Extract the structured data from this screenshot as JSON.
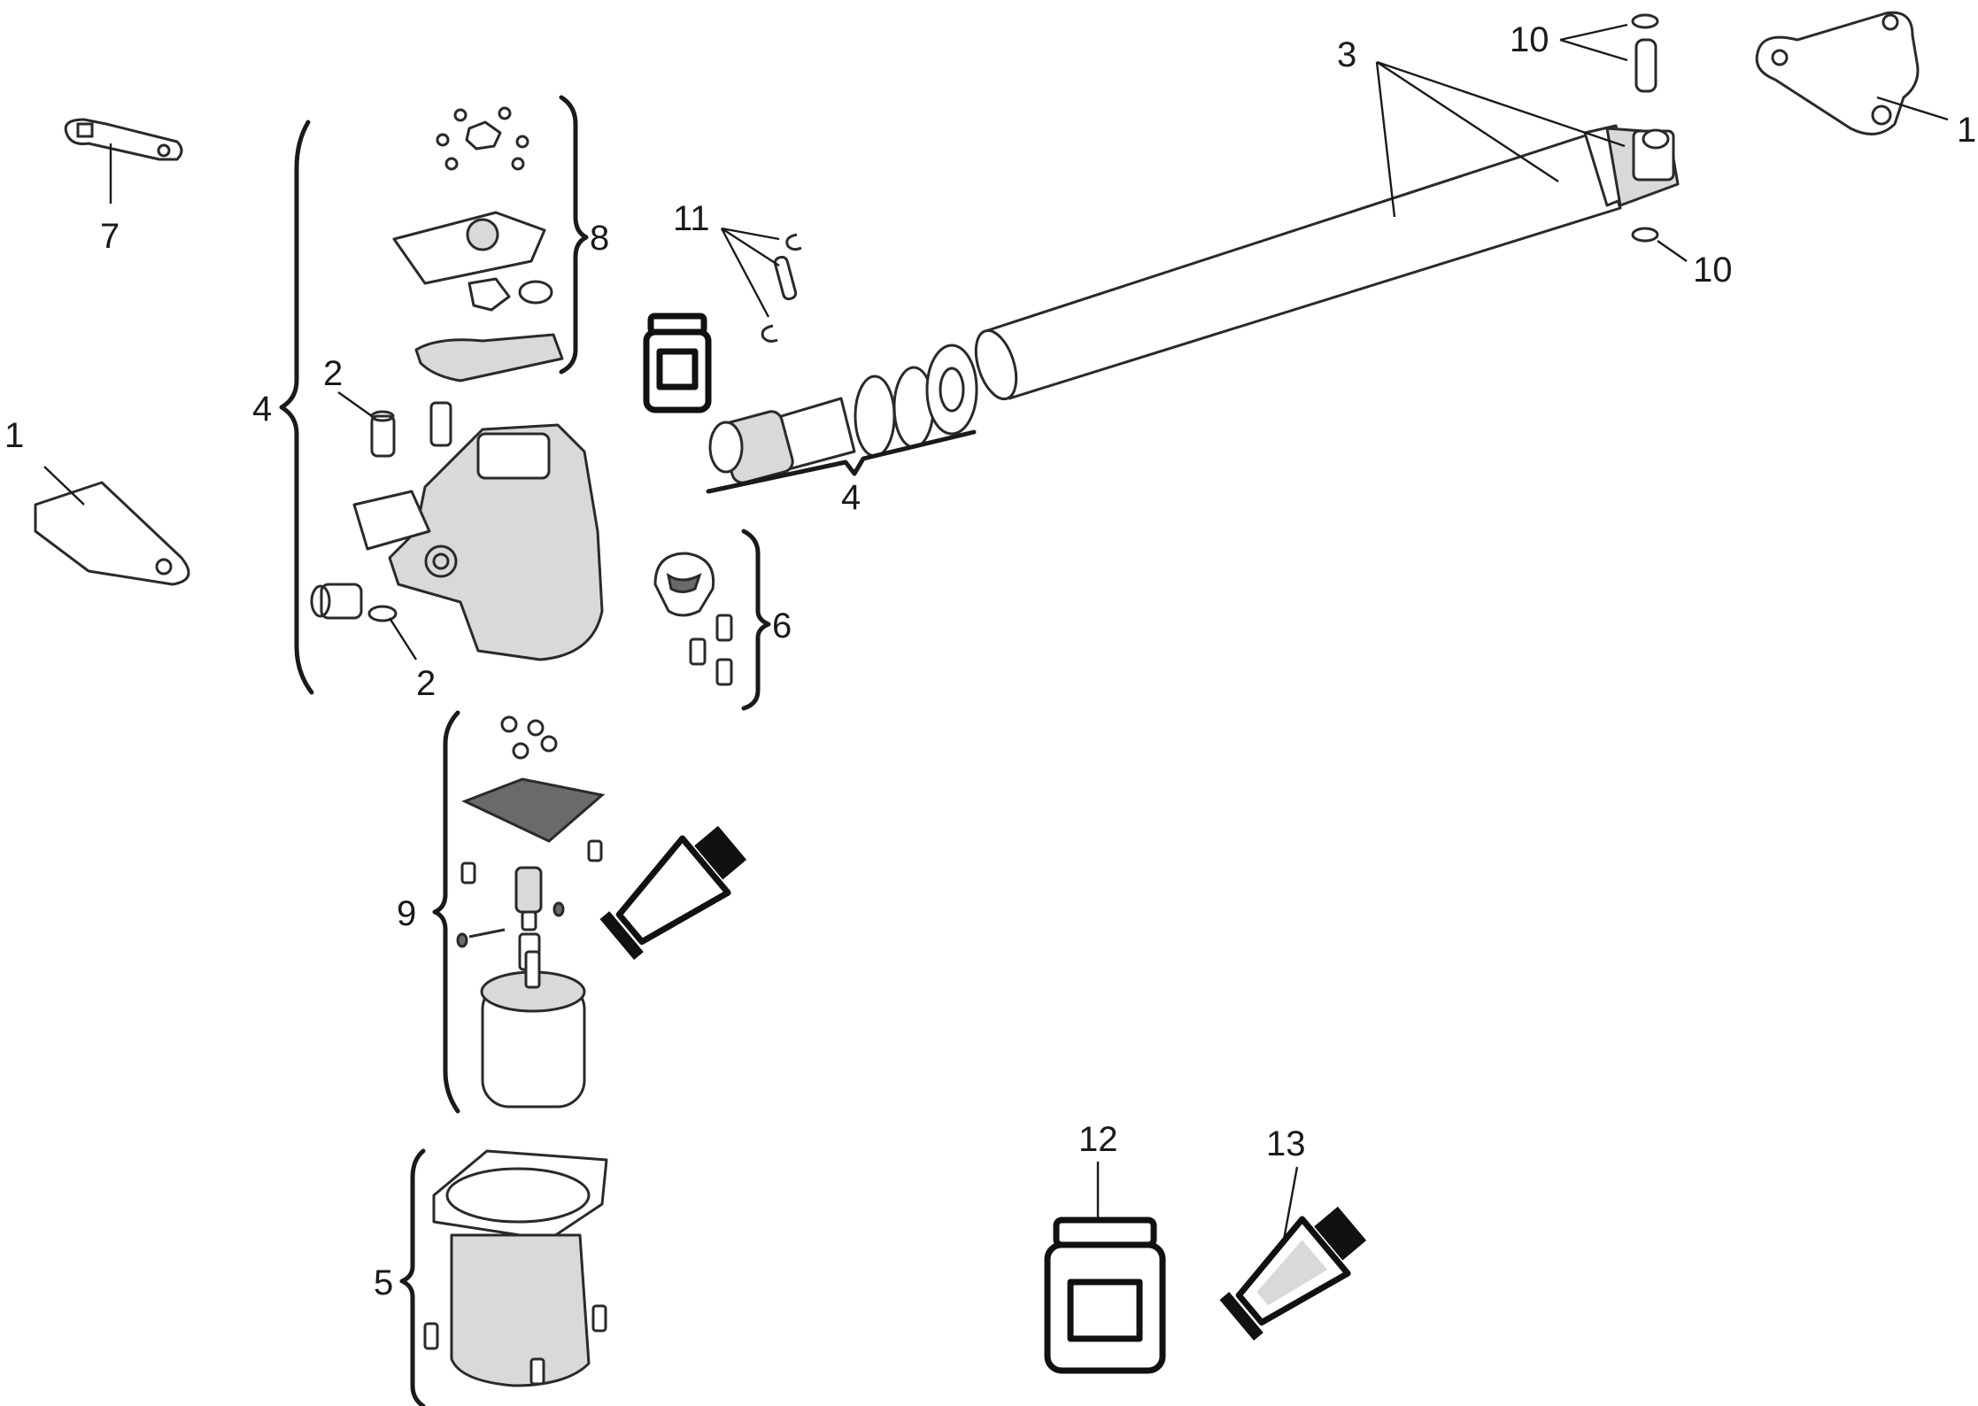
{
  "labels": {
    "n1": "1",
    "n2": "2",
    "n3": "3",
    "n4": "4",
    "n5": "5",
    "n6": "6",
    "n7": "7",
    "n8": "8",
    "n9": "9",
    "n10": "10",
    "n11": "11",
    "n12": "12",
    "n13": "13"
  },
  "icons": {
    "grease_jar": "jar-icon",
    "grease_tube": "tube-icon"
  },
  "colors": {
    "line": "#1a1a1a",
    "part_fill": "#ffffff",
    "part_shade": "#d9d9d9"
  }
}
